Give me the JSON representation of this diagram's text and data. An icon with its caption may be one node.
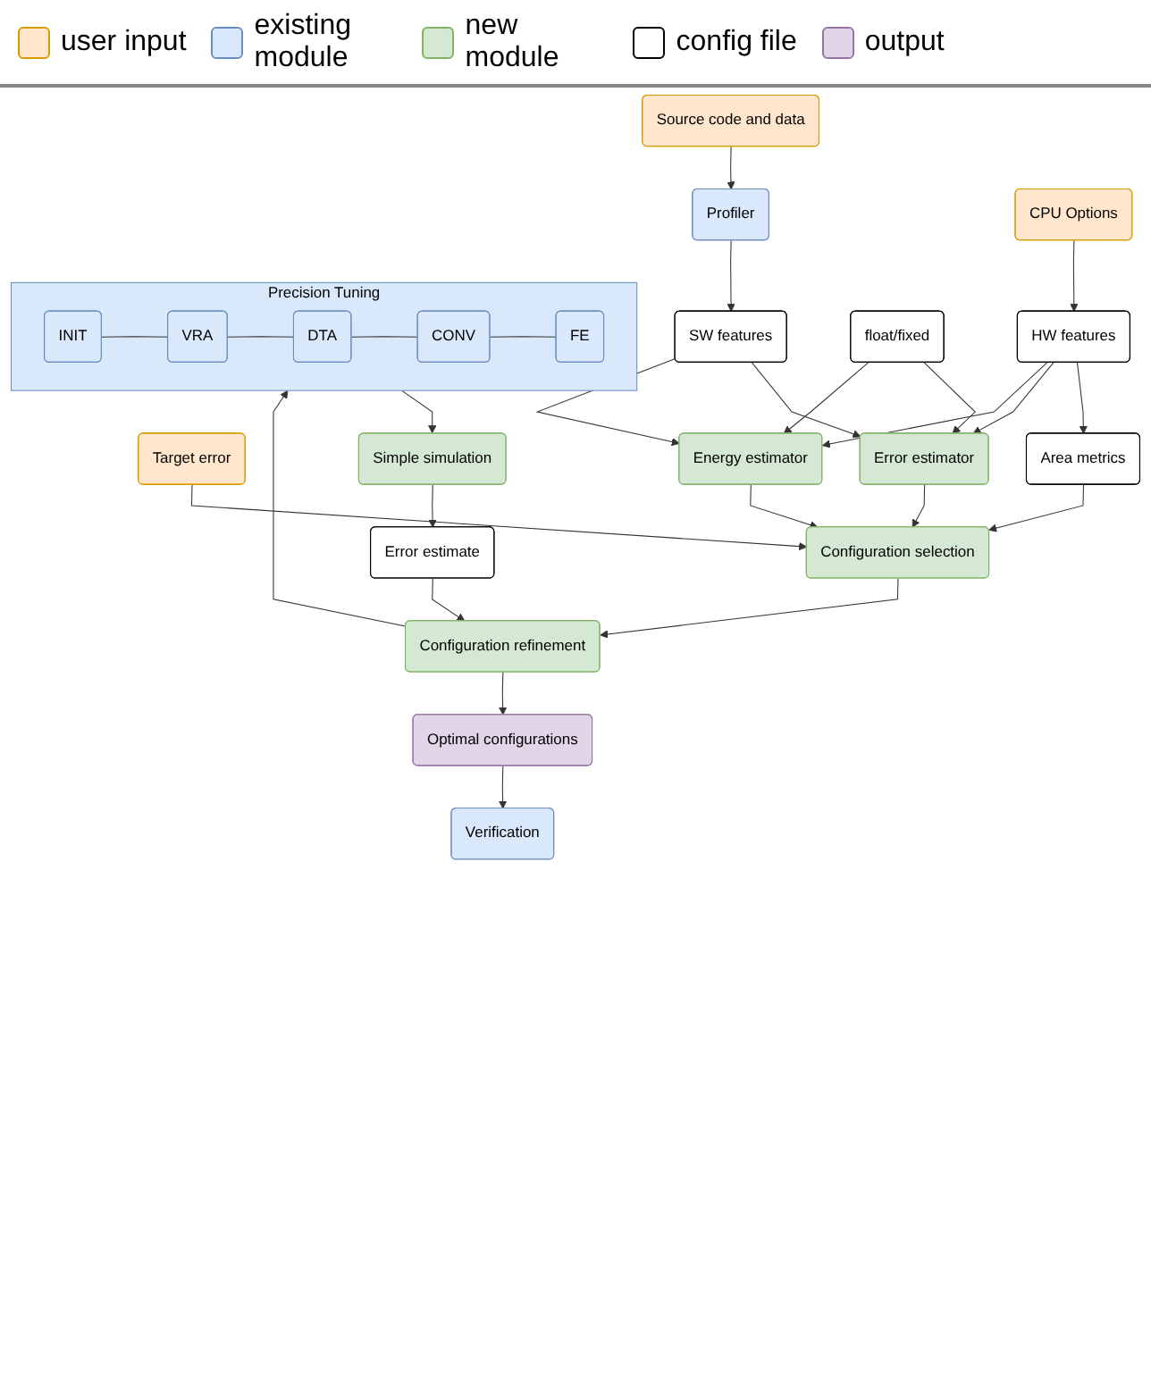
{
  "diagram": {
    "nodes": [
      {
        "text": [
          "Source code and data"
        ]
      },
      {
        "text": [
          "Profiler"
        ]
      },
      {
        "text": [
          "SW features"
        ]
      },
      {
        "text": [
          "float/fixed"
        ]
      },
      {
        "text": [
          "CPU Options"
        ]
      },
      {
        "text": [
          "HW features"
        ]
      },
      {
        "text": [
          "Target error"
        ]
      },
      {
        "text": [
          "Area metrics"
        ]
      },
      {
        "text": [
          "Error estimator"
        ]
      },
      {
        "text": [
          "Energy estimator"
        ]
      },
      {
        "text": [
          "Configuration selection"
        ]
      },
      {
        "text": [
          "Configuration refinement"
        ]
      },
      {
        "text": [
          "Precision Tuning"
        ]
      },
      {
        "text": [
          "INIT"
        ],
        "in": 12
      },
      {
        "text": [
          "VRA"
        ],
        "in": 12
      },
      {
        "text": [
          "DTA"
        ],
        "in": 12
      },
      {
        "text": [
          "CONV"
        ],
        "in": 12
      },
      {
        "text": [
          "FE"
        ],
        "in": 12
      },
      {
        "text": [
          "Simple simulation"
        ]
      },
      {
        "text": [
          "Error estimate"
        ]
      },
      {
        "text": [
          "Optimal configurations"
        ]
      },
      {
        "text": [
          "Verification"
        ]
      }
    ],
    "edges": [
      {
        "from": 0,
        "to": 1,
        "arrow": "to"
      },
      {
        "from": 1,
        "to": 2,
        "arrow": "to"
      },
      {
        "from": 4,
        "to": 5,
        "arrow": "to"
      },
      {
        "from": 2,
        "to": 8,
        "arrow": "to"
      },
      {
        "from": 2,
        "to": 9,
        "arrow": "to"
      },
      {
        "from": 3,
        "to": 8,
        "arrow": "to"
      },
      {
        "from": 3,
        "to": 9,
        "arrow": "to"
      },
      {
        "from": 5,
        "to": 7,
        "arrow": "to"
      },
      {
        "from": 5,
        "to": 8,
        "arrow": "to"
      },
      {
        "from": 5,
        "to": 9,
        "arrow": "to"
      },
      {
        "from": 6,
        "to": 10,
        "arrow": "to"
      },
      {
        "from": 7,
        "to": 10,
        "arrow": "to"
      },
      {
        "from": 8,
        "to": 10,
        "arrow": "to"
      },
      {
        "from": 9,
        "to": 10,
        "arrow": "to"
      },
      {
        "from": 10,
        "to": 11,
        "arrow": "to"
      },
      {
        "from": 11,
        "to": 12,
        "arrow": "to"
      },
      {
        "from": 13,
        "to": 14,
        "arrow": "none"
      },
      {
        "from": 14,
        "to": 15,
        "arrow": "none"
      },
      {
        "from": 15,
        "to": 16,
        "arrow": "none"
      },
      {
        "from": 16,
        "to": 17,
        "arrow": "none"
      },
      {
        "from": 12,
        "to": 18,
        "arrow": "to"
      },
      {
        "from": 18,
        "to": 19,
        "arrow": "to"
      },
      {
        "from": 19,
        "to": 11,
        "arrow": "to"
      },
      {
        "from": 11,
        "to": 20,
        "arrow": "to"
      },
      {
        "from": 20,
        "to": 21,
        "arrow": "to"
      }
    ],
    "legend": [
      {
        "text": "user input",
        "color": "#ffe6cc"
      },
      {
        "text": "existing module",
        "color": "#dae8fc"
      },
      {
        "text": "new module",
        "color": "#d5e8d4"
      },
      {
        "text": "config file",
        "color": "#ffffff"
      },
      {
        "text": "output",
        "color": "#e1d5e7"
      }
    ]
  }
}
